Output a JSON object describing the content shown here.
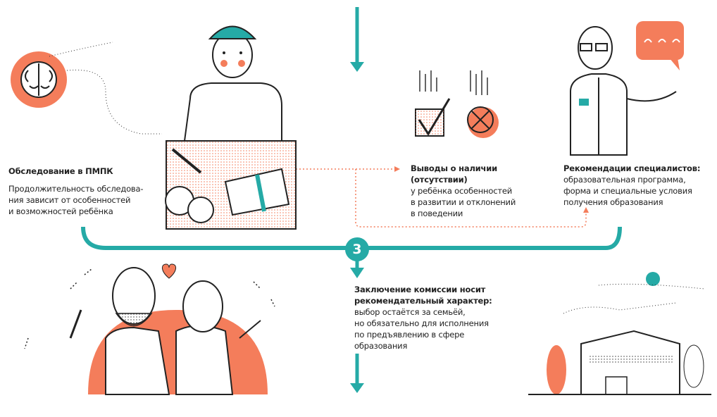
{
  "colors": {
    "teal": "#25aaa6",
    "orange": "#f47d5b",
    "ink": "#222222"
  },
  "step_number": "3",
  "exam": {
    "title": "Обследование в ПМПК",
    "lines": [
      "Продолжительность обследова-",
      "ния зависит от особенностей",
      "и возможностей ребёнка"
    ]
  },
  "conclusions": {
    "title_lines": [
      "Выводы о наличии",
      "(отсутствии)"
    ],
    "lines": [
      "у ребёнка особенностей",
      "в развитии и отклонений",
      "в поведении"
    ]
  },
  "recommendations": {
    "title": "Рекомендации специалистов:",
    "lines": [
      "образовательная программа,",
      "форма и специальные условия",
      "получения образования"
    ]
  },
  "verdict": {
    "title_lines": [
      "Заключение комиссии носит",
      "рекомендательный характер:"
    ],
    "lines": [
      "выбор остаётся за семьёй,",
      "но обязательно для исполнения",
      "по предъявлению в сфере",
      "образования"
    ]
  },
  "icons": [
    "brain-icon",
    "checkbox-checked-icon",
    "cross-circle-icon",
    "speech-bubble-icon",
    "heart-icon",
    "school-building-icon"
  ]
}
